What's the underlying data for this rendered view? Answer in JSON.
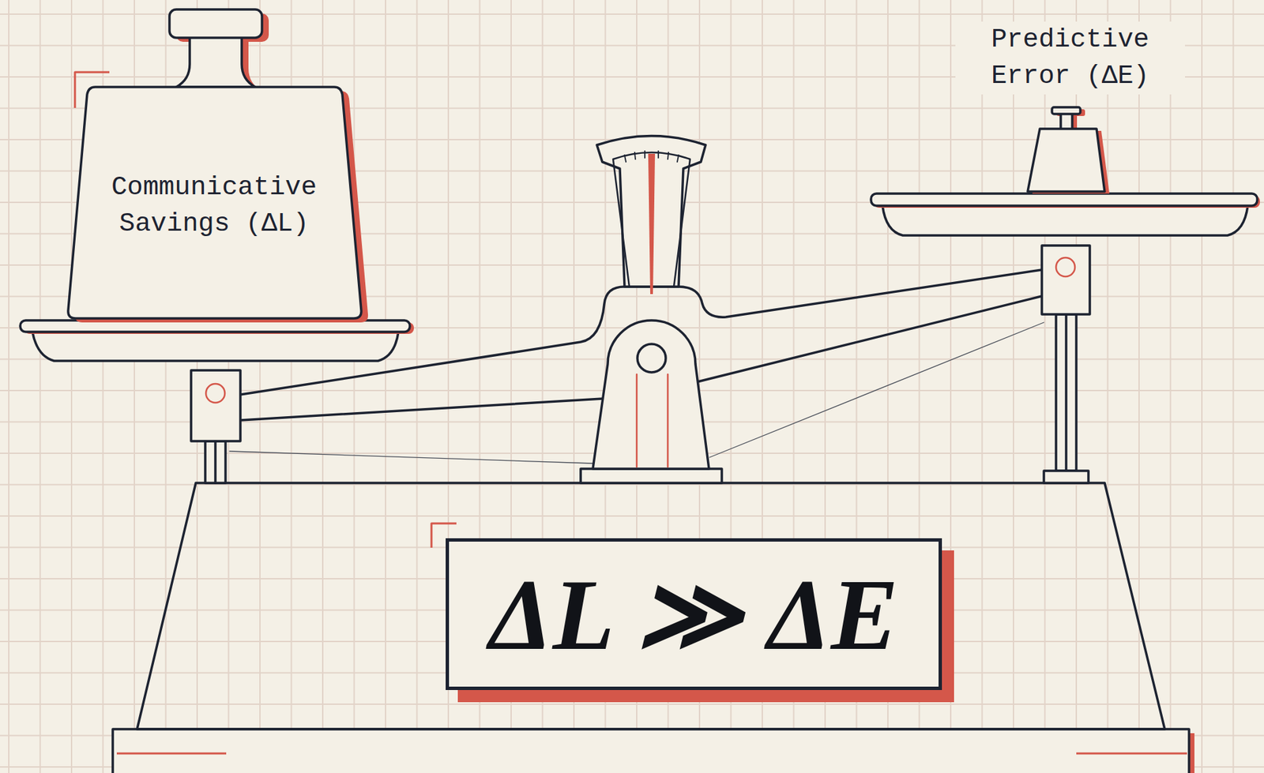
{
  "diagram": {
    "nodes": [
      {
        "text": [
          "Communicative Savings (ΔL)"
        ]
      },
      {
        "text": [
          "Predictive Error (ΔE)"
        ]
      },
      {
        "text": [
          "ΔL ≫ ΔE"
        ]
      }
    ]
  }
}
